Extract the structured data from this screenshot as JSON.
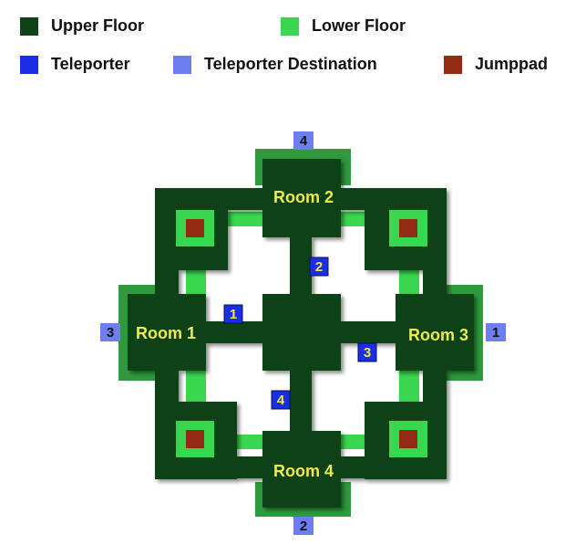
{
  "legend": [
    {
      "key": "upper",
      "label": "Upper Floor",
      "color": "#0e4219"
    },
    {
      "key": "lower",
      "label": "Lower Floor",
      "color": "#39d64f"
    },
    {
      "key": "teleporter",
      "label": "Teleporter",
      "color": "#1a2ee6"
    },
    {
      "key": "destination",
      "label": "Teleporter Destination",
      "color": "#6d7ef0"
    },
    {
      "key": "jumppad",
      "label": "Jumppad",
      "color": "#922a14"
    }
  ],
  "colors": {
    "upper": "#0e4219",
    "lower": "#39d64f",
    "lower_dark": "#2e9a3d",
    "teleporter": "#1a2ee6",
    "destination": "#6d7ef0",
    "jumppad": "#922a14"
  },
  "rooms": [
    {
      "label": "Room 1"
    },
    {
      "label": "Room 2"
    },
    {
      "label": "Room 3"
    },
    {
      "label": "Room 4"
    }
  ],
  "teleporters": [
    {
      "label": "1"
    },
    {
      "label": "2"
    },
    {
      "label": "3"
    },
    {
      "label": "4"
    }
  ],
  "destinations": [
    {
      "label": "4"
    },
    {
      "label": "3"
    },
    {
      "label": "1"
    },
    {
      "label": "2"
    }
  ]
}
